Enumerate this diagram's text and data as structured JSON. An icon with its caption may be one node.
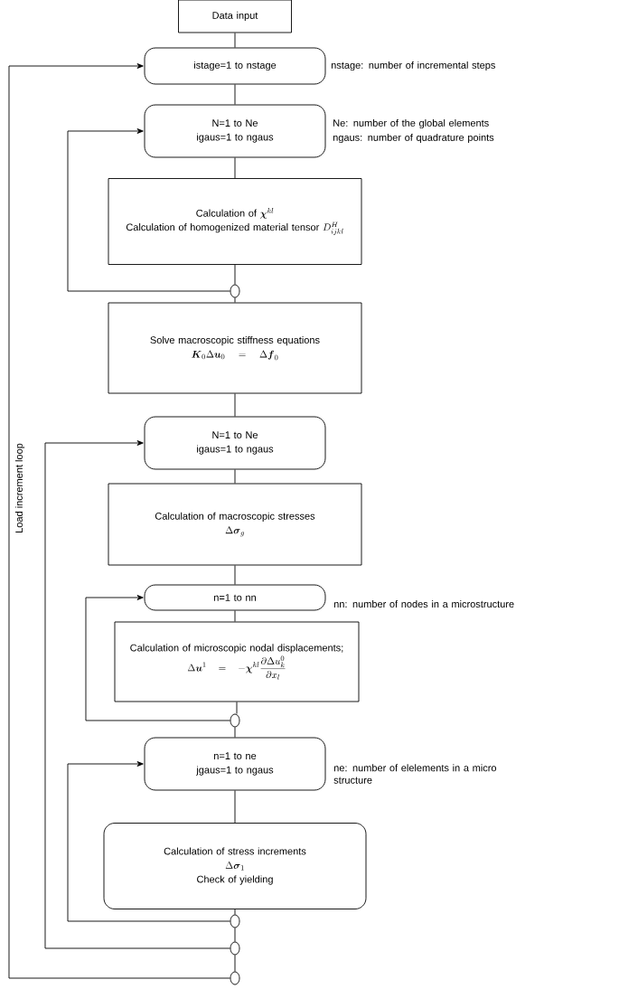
{
  "diagram": {
    "nodes": [
      {
        "text": [
          "Data input"
        ]
      },
      {
        "text": [
          "istage=1 to nstage"
        ],
        "beside": [
          "nstage: number of incremental steps"
        ]
      },
      {
        "text": [
          "N=1 to Ne",
          "igaus=1 to ngaus"
        ],
        "beside": [
          "Ne: number of the global elements",
          "ngaus: number of quadrature points"
        ]
      },
      {
        "text": [
          "Calculation of",
          "\\boldsymbol{\\chi}^{kl}",
          "Calculation of homogenized material tensor",
          "D^{H}_{ijkl}"
        ]
      },
      {
        "text": [],
        "shape": "circle"
      },
      {
        "text": [
          "Solve macroscopic stiffness equations",
          "\\boldsymbol{K}_0\\Delta\\boldsymbol{u}_0=\\Delta\\boldsymbol{f}_0"
        ]
      },
      {
        "text": [
          "N=1 to Ne",
          "igaus=1 to ngaus"
        ]
      },
      {
        "text": [
          "Calculation of macroscopic stresses",
          "\\Delta\\boldsymbol{\\sigma}_g"
        ]
      },
      {
        "text": [
          "n=1 to nn"
        ],
        "beside": [
          "nn: number of nodes in a microstructure"
        ]
      },
      {
        "text": [
          "Calculation of microscopic nodal displacements;",
          "\\Delta\\boldsymbol{u}^1=-\\boldsymbol{\\chi}^{kl}\\frac{\\partial\\Delta u^0_k}{\\partial x_l}"
        ]
      },
      {
        "text": [],
        "shape": "circle"
      },
      {
        "text": [
          "n=1 to ne",
          "jgaus=1 to ngaus"
        ],
        "beside": [
          "ne: number of elelements in a micro structure"
        ]
      },
      {
        "text": [
          "Calculation of stress increments",
          "\\Delta\\boldsymbol{\\sigma}_1",
          "Check of yielding"
        ]
      },
      {
        "text": [],
        "shape": "circle"
      },
      {
        "text": [],
        "shape": "circle"
      },
      {
        "text": [],
        "shape": "circle"
      }
    ],
    "edges": [
      {
        "from": 0,
        "to": 1,
        "arrow": "none"
      },
      {
        "from": 1,
        "to": 2,
        "arrow": "none"
      },
      {
        "from": 2,
        "to": 3,
        "arrow": "none"
      },
      {
        "from": 3,
        "to": 4,
        "arrow": "none"
      },
      {
        "from": 4,
        "to": 2,
        "arrow": "to"
      },
      {
        "from": 4,
        "to": 5,
        "arrow": "none"
      },
      {
        "from": 5,
        "to": 6,
        "arrow": "none"
      },
      {
        "from": 6,
        "to": 7,
        "arrow": "none"
      },
      {
        "from": 7,
        "to": 8,
        "arrow": "none"
      },
      {
        "from": 8,
        "to": 9,
        "arrow": "none"
      },
      {
        "from": 9,
        "to": 10,
        "arrow": "none"
      },
      {
        "from": 10,
        "to": 8,
        "arrow": "to"
      },
      {
        "from": 10,
        "to": 11,
        "arrow": "none"
      },
      {
        "from": 11,
        "to": 12,
        "arrow": "none"
      },
      {
        "from": 12,
        "to": 13,
        "arrow": "none"
      },
      {
        "from": 13,
        "to": 11,
        "arrow": "to"
      },
      {
        "from": 13,
        "to": 14,
        "arrow": "none"
      },
      {
        "from": 14,
        "to": 6,
        "arrow": "to"
      },
      {
        "from": 14,
        "to": 15,
        "arrow": "none"
      },
      {
        "from": 15,
        "to": 1,
        "arrow": "to"
      }
    ],
    "labels": [
      "Load increment loop"
    ]
  }
}
